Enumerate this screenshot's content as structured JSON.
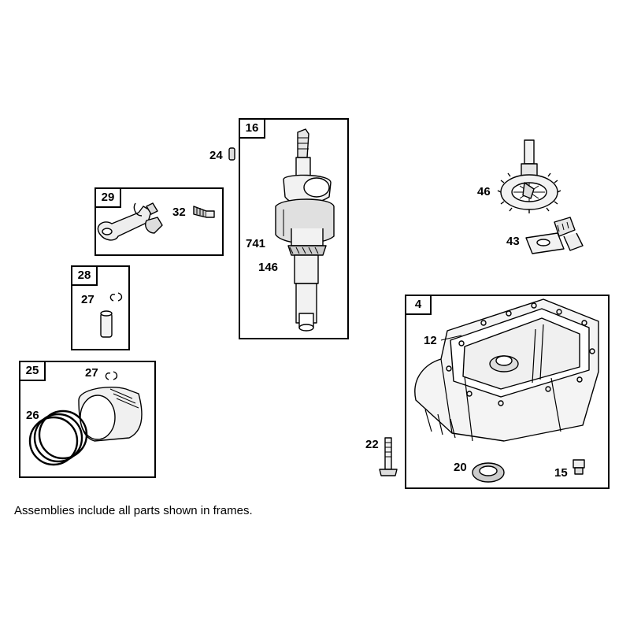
{
  "frames": [
    {
      "id": "16"
    },
    {
      "id": "29"
    },
    {
      "id": "28"
    },
    {
      "id": "25"
    },
    {
      "id": "4"
    }
  ],
  "part_labels": {
    "p24": "24",
    "p32": "32",
    "p741": "741",
    "p146": "146",
    "p27a": "27",
    "p27b": "27",
    "p26": "26",
    "p46": "46",
    "p43": "43",
    "p12": "12",
    "p22": "22",
    "p20": "20",
    "p15": "15"
  },
  "caption": "Assemblies include all parts shown in frames."
}
